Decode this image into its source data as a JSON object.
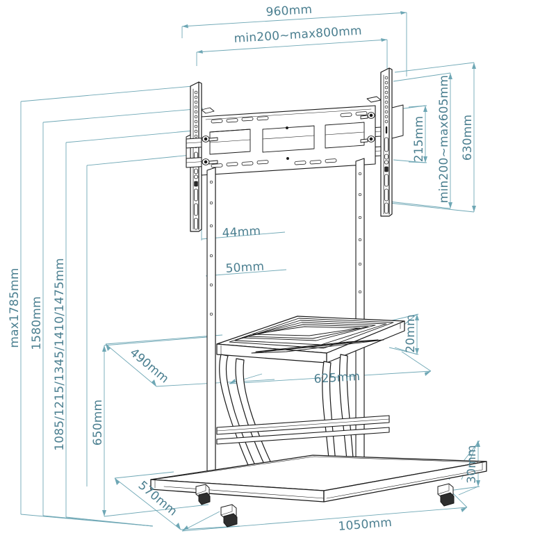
{
  "drawing": {
    "type": "technical-dimension-drawing",
    "subject": "Mobile TV cart / trolley stand with VESA mount bracket, media shelf and casters",
    "projection": "isometric-perspective line drawing",
    "units": "mm",
    "line_color": "#1a1a1a",
    "dimension_color": "#4b7f90",
    "background_color": "#ffffff"
  },
  "dimensions": {
    "top": [
      {
        "id": "overall-width",
        "label": "960mm",
        "orientation": "horizontal",
        "value": 960
      },
      {
        "id": "vesa-width-range",
        "label": "min200~max800mm",
        "orientation": "horizontal",
        "min": 200,
        "max": 800
      }
    ],
    "right": [
      {
        "id": "bracket-rail-height",
        "label": "215mm",
        "orientation": "vertical",
        "value": 215
      },
      {
        "id": "vesa-height-range",
        "label": "min200~max605mm",
        "orientation": "vertical",
        "min": 200,
        "max": 605
      },
      {
        "id": "overall-bracket-height",
        "label": "630mm",
        "orientation": "vertical",
        "value": 630
      },
      {
        "id": "shelf-thickness",
        "label": "20mm",
        "orientation": "vertical",
        "value": 20
      },
      {
        "id": "base-thickness",
        "label": "30mm",
        "orientation": "vertical",
        "value": 30
      }
    ],
    "left": [
      {
        "id": "max-overall-height",
        "label": "max1785mm",
        "orientation": "vertical",
        "value": 1785
      },
      {
        "id": "column-height",
        "label": "1580mm",
        "orientation": "vertical",
        "value": 1580
      },
      {
        "id": "screen-centre-heights",
        "label": "1085/1215/1345/1410/1475mm",
        "orientation": "vertical",
        "values": [
          1085,
          1215,
          1345,
          1410,
          1475
        ]
      },
      {
        "id": "shelf-height",
        "label": "650mm",
        "orientation": "vertical",
        "value": 650
      }
    ],
    "depth": [
      {
        "id": "shelf-depth",
        "label": "490mm",
        "orientation": "oblique",
        "value": 490
      },
      {
        "id": "base-depth",
        "label": "570mm",
        "orientation": "oblique",
        "value": 570
      }
    ],
    "bottom": [
      {
        "id": "shelf-width",
        "label": "625mm",
        "orientation": "horizontal",
        "value": 625
      },
      {
        "id": "base-width",
        "label": "1050mm",
        "orientation": "horizontal",
        "value": 1050
      }
    ]
  },
  "labels": {
    "width_960": "960mm",
    "vesa_width": "min200~max800mm",
    "rail_215": "215mm",
    "vesa_height": "min200~max605mm",
    "bracket_630": "630mm",
    "gap_44": "44mm",
    "gap_50": "50mm",
    "max_height": "max1785mm",
    "column_1580": "1580mm",
    "screen_heights": "1085/1215/1345/1410/1475mm",
    "shelf_depth_490": "490mm",
    "shelf_height_650": "650mm",
    "shelf_thickness_20": "20mm",
    "shelf_width_625": "625mm",
    "base_depth_570": "570mm",
    "base_thickness_30": "30mm",
    "base_width_1050": "1050mm"
  },
  "parts": {
    "vesa_bracket": "wall-plate-bracket",
    "left_rail": "vertical-vesa-rail-left",
    "right_rail": "vertical-vesa-rail-right",
    "column_left": "upright-column-left",
    "column_right": "upright-column-right",
    "shelf": "media-shelf-tray",
    "legs": "curved-support-legs",
    "base": "base-platform",
    "casters": "caster-wheels"
  }
}
